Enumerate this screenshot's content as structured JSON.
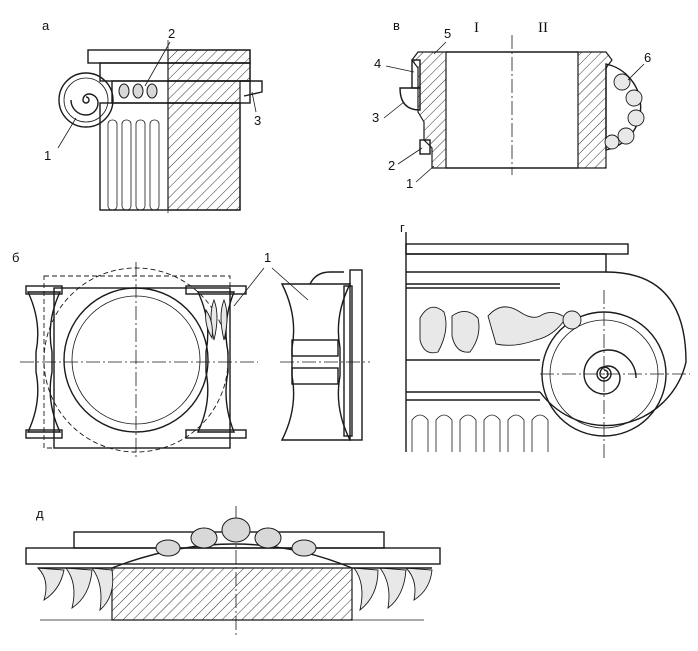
{
  "panels": {
    "a": {
      "letter": "а",
      "callouts": [
        "1",
        "2",
        "3"
      ]
    },
    "b": {
      "letter": "б",
      "callouts": [
        "1"
      ]
    },
    "v": {
      "letter": "в",
      "callouts": [
        "1",
        "2",
        "3",
        "4",
        "5",
        "6"
      ],
      "section_i": "I",
      "section_ii": "II"
    },
    "g": {
      "letter": "г"
    },
    "d": {
      "letter": "д"
    }
  }
}
